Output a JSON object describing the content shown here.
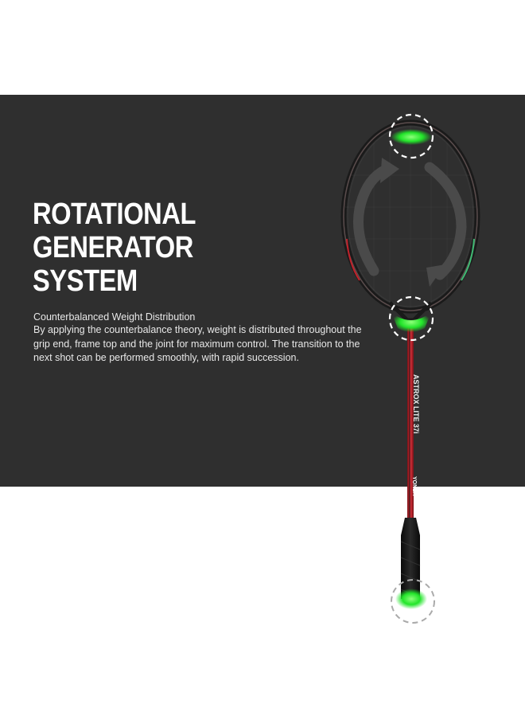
{
  "headline": {
    "line1": "ROTATIONAL",
    "line2": "GENERATOR",
    "line3": "SYSTEM"
  },
  "subhead": "Counterbalanced Weight Distribution",
  "description": "By applying the counterbalance theory, weight is distributed throughout the grip end, frame top and the joint for maximum control. The transition to the next shot can be performed smoothly, with rapid succession.",
  "racket": {
    "shaft_text": "ASTROX LITE 37i",
    "brand": "YONEX"
  },
  "colors": {
    "panel": "#2f2f2f",
    "highlight": "#22e52a",
    "shaft": "#c0222b"
  },
  "icons": [
    "rotation-arrow-icon",
    "rotation-arrow-icon"
  ]
}
